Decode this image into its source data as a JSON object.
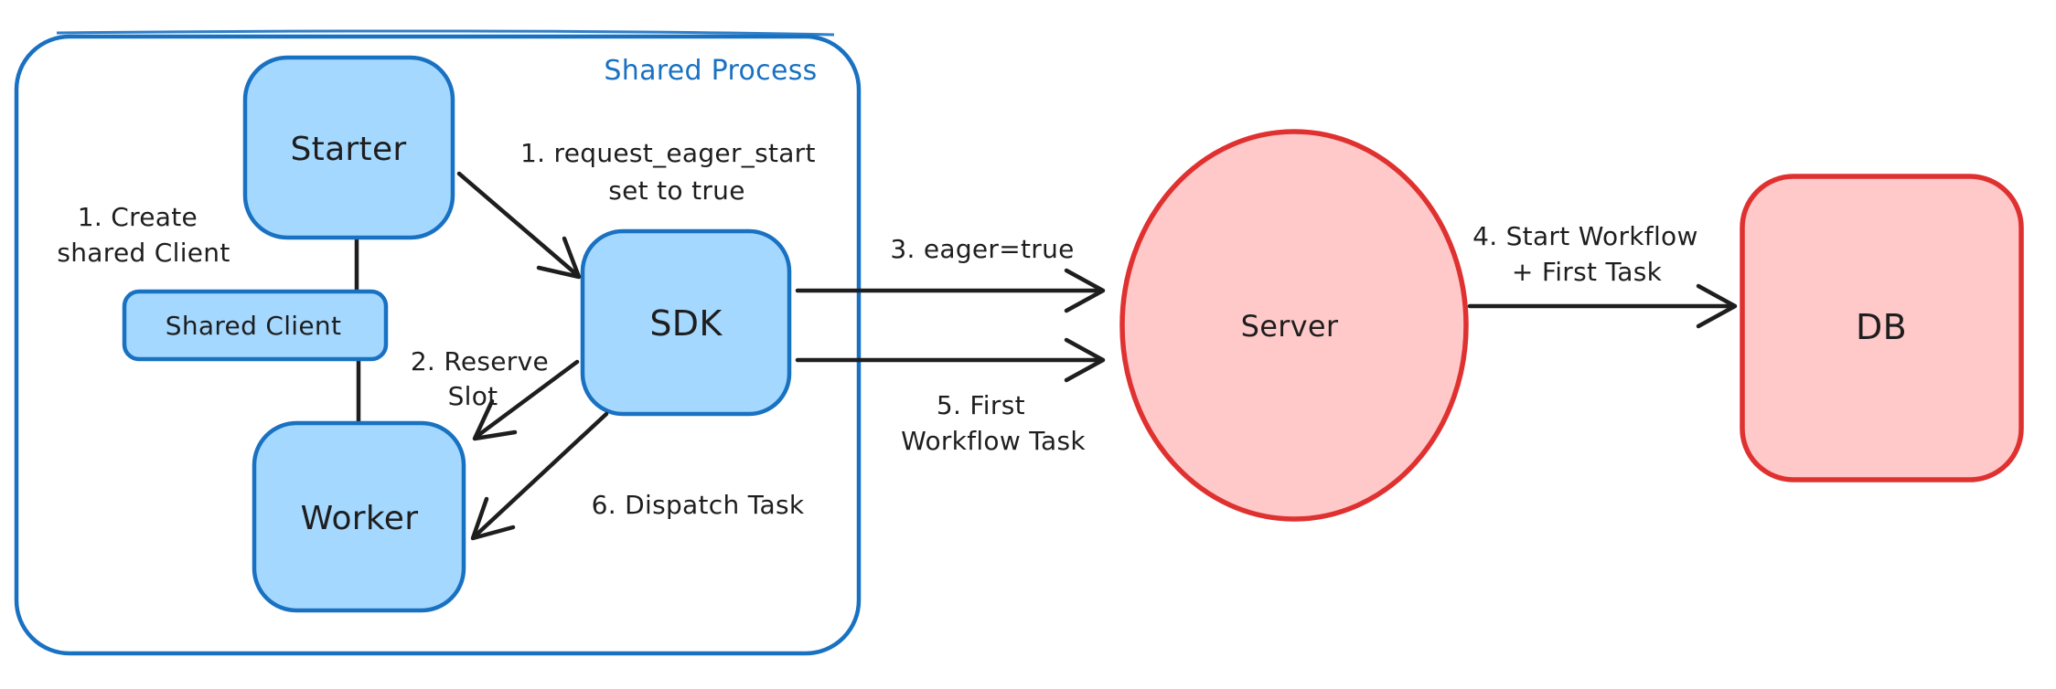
{
  "diagram": {
    "container": {
      "label": "Shared Process"
    },
    "nodes": {
      "starter": {
        "label": "Starter"
      },
      "shared_client": {
        "label": "Shared Client"
      },
      "worker": {
        "label": "Worker"
      },
      "sdk": {
        "label": "SDK"
      },
      "server": {
        "label": "Server"
      },
      "db": {
        "label": "DB"
      }
    },
    "annotations": {
      "create_shared_client": {
        "line1": "1. Create",
        "line2": "shared Client"
      },
      "request_eager_start": {
        "line1": "1. request_eager_start",
        "line2": "set to true"
      },
      "reserve_slot": {
        "line1": "2. Reserve",
        "line2": "Slot"
      },
      "eager_true": {
        "line1": "3. eager=true"
      },
      "start_workflow_first_task": {
        "line1": "4. Start Workflow",
        "line2": "+ First Task"
      },
      "first_workflow_task": {
        "line1": "5. First",
        "line2": "Workflow Task"
      },
      "dispatch_task": {
        "line1": "6. Dispatch Task"
      }
    },
    "colors": {
      "blue_fill": "#a5d8ff",
      "blue_stroke": "#1971c2",
      "red_fill": "#ffc9c9",
      "red_stroke": "#e03131",
      "line": "#1e1e1e",
      "background": "#ffffff"
    }
  }
}
